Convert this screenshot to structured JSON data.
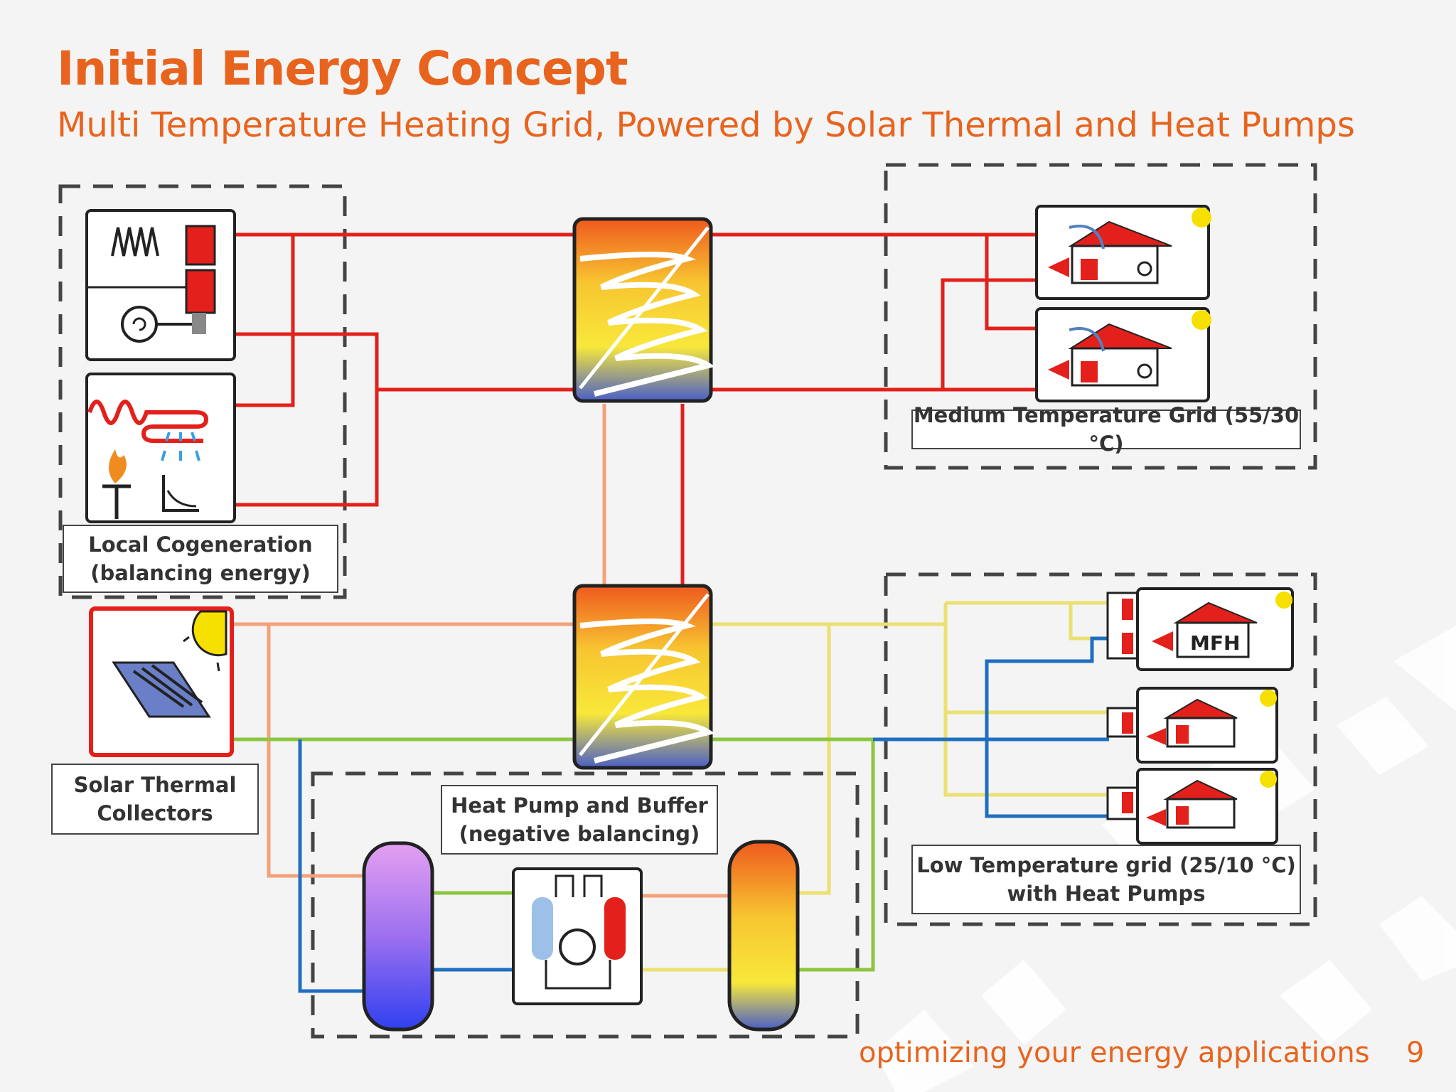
{
  "header": {
    "title": "Initial Energy Concept",
    "subtitle": "Multi Temperature Heating Grid, Powered by Solar Thermal and Heat Pumps"
  },
  "labels": {
    "cogeneration_line1": "Local Cogeneration",
    "cogeneration_line2": "(balancing energy)",
    "medium_grid": "Medium Temperature Grid (55/30 °C)",
    "solar_line1": "Solar Thermal",
    "solar_line2": "Collectors",
    "heatpump_line1": "Heat Pump and Buffer",
    "heatpump_line2": "(negative balancing)",
    "low_grid_line1": "Low Temperature grid (25/10 °C)",
    "low_grid_line2": "with Heat Pumps",
    "mfh": "MFH"
  },
  "footer": {
    "tagline": "optimizing your energy applications",
    "page_number": "9"
  },
  "colors": {
    "accent": "#e8641e",
    "hot_pipe": "#e3201b",
    "warm_pipe": "#f4a27a",
    "low_pipe": "#ece070",
    "green_pipe": "#8cc63f",
    "cold_pipe": "#1f6fc0",
    "house_roof": "#e3201b"
  }
}
